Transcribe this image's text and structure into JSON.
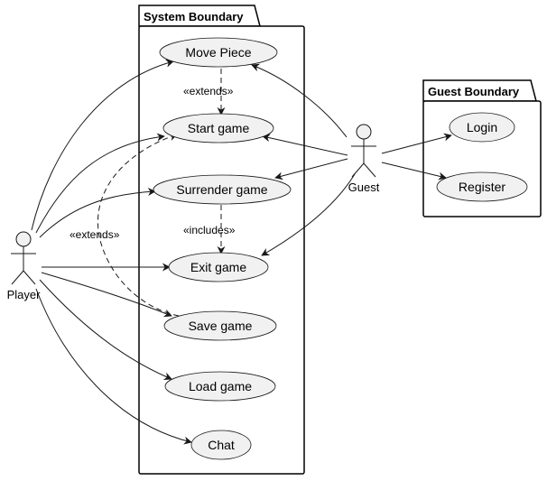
{
  "packages": {
    "system": {
      "title": "System Boundary"
    },
    "guest": {
      "title": "Guest Boundary"
    }
  },
  "use_cases": {
    "move_piece": "Move Piece",
    "start_game": "Start game",
    "surrender_game": "Surrender game",
    "exit_game": "Exit game",
    "save_game": "Save game",
    "load_game": "Load game",
    "chat": "Chat",
    "login": "Login",
    "register": "Register"
  },
  "actors": {
    "player": "Player",
    "guest": "Guest"
  },
  "relations": {
    "extends_move": "«extends»",
    "includes_exit": "«includes»",
    "extends_save": "«extends»"
  },
  "colors": {
    "use_case_fill": "#f1f1f1",
    "stroke": "#181818",
    "background": "#ffffff"
  }
}
